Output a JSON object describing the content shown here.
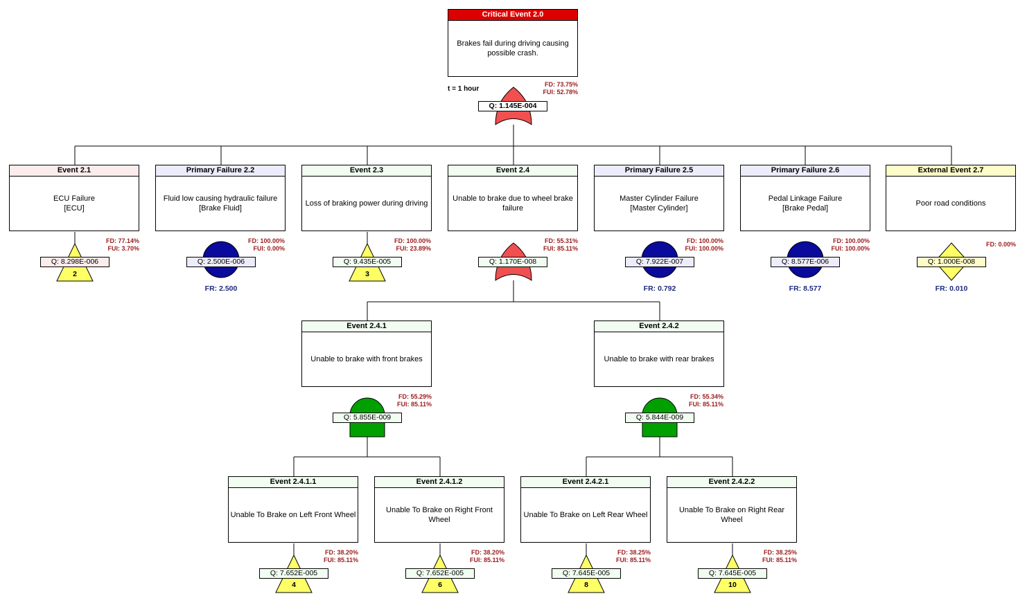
{
  "colors": {
    "critical": "#dd0000",
    "or_gate": "#f05050",
    "and_gate": "#00a000",
    "basic_event": "#0a0a9c",
    "transfer": "#ffff66",
    "fd_text": "#9b1c1c",
    "fr_text": "#1c2a7c"
  },
  "top": {
    "t_label": "t = 1 hour"
  },
  "nodes": {
    "n20": {
      "header": "Critical Event 2.0",
      "lines": [
        "Brakes fail during driving causing",
        "possible crash."
      ],
      "q": "Q: 1.145E-004",
      "fd": "FD: 73.75%",
      "fui": "FUI: 52.78%",
      "gate": "or-gate"
    },
    "n21": {
      "header": "Event 2.1",
      "lines": [
        "ECU Failure",
        "[ECU]"
      ],
      "q": "Q: 8.298E-006",
      "fd": "FD: 77.14%",
      "fui": "FUI: 3.70%",
      "gate": "transfer",
      "transfer_num": "2"
    },
    "n22": {
      "header": "Primary Failure 2.2",
      "lines": [
        "Fluid low causing hydraulic failure",
        "[Brake Fluid]"
      ],
      "q": "Q: 2.500E-006",
      "fd": "FD: 100.00%",
      "fui": "FUI: 0.00%",
      "gate": "basic",
      "fr": "FR: 2.500"
    },
    "n23": {
      "header": "Event 2.3",
      "lines": [
        "Loss of braking power during driving"
      ],
      "q": "Q: 9.435E-005",
      "fd": "FD: 100.00%",
      "fui": "FUI: 23.89%",
      "gate": "transfer",
      "transfer_num": "3"
    },
    "n24": {
      "header": "Event 2.4",
      "lines": [
        "Unable to brake due to wheel brake",
        "failure"
      ],
      "q": "Q: 1.170E-008",
      "fd": "FD: 55.31%",
      "fui": "FUI: 85.11%",
      "gate": "or-gate"
    },
    "n25": {
      "header": "Primary Failure 2.5",
      "lines": [
        "Master Cylinder Failure",
        "[Master Cylinder]"
      ],
      "q": "Q: 7.922E-007",
      "fd": "FD: 100.00%",
      "fui": "FUI: 100.00%",
      "gate": "basic",
      "fr": "FR: 0.792"
    },
    "n26": {
      "header": "Primary Failure 2.6",
      "lines": [
        "Pedal Linkage Failure",
        "[Brake Pedal]"
      ],
      "q": "Q: 8.577E-006",
      "fd": "FD: 100.00%",
      "fui": "FUI: 100.00%",
      "gate": "basic",
      "fr": "FR: 8.577"
    },
    "n27": {
      "header": "External Event 2.7",
      "lines": [
        "Poor road conditions"
      ],
      "q": "Q: 1.000E-008",
      "fd": "FD: 0.00%",
      "gate": "diamond",
      "fr": "FR: 0.010"
    },
    "n241": {
      "header": "Event 2.4.1",
      "lines": [
        "Unable to brake with front brakes"
      ],
      "q": "Q: 5.855E-009",
      "fd": "FD: 55.29%",
      "fui": "FUI: 85.11%",
      "gate": "and-gate"
    },
    "n242": {
      "header": "Event 2.4.2",
      "lines": [
        "Unable to brake with rear brakes"
      ],
      "q": "Q: 5.844E-009",
      "fd": "FD: 55.34%",
      "fui": "FUI: 85.11%",
      "gate": "and-gate"
    },
    "n2411": {
      "header": "Event 2.4.1.1",
      "lines": [
        "Unable To Brake on Left Front Wheel"
      ],
      "q": "Q: 7.652E-005",
      "fd": "FD: 38.20%",
      "fui": "FUI: 85.11%",
      "gate": "transfer",
      "transfer_num": "4"
    },
    "n2412": {
      "header": "Event 2.4.1.2",
      "lines": [
        "Unable To Brake on Right Front Wheel"
      ],
      "q": "Q: 7.652E-005",
      "fd": "FD: 38.20%",
      "fui": "FUI: 85.11%",
      "gate": "transfer",
      "transfer_num": "6"
    },
    "n2421": {
      "header": "Event 2.4.2.1",
      "lines": [
        "Unable To Brake on Left Rear Wheel"
      ],
      "q": "Q: 7.645E-005",
      "fd": "FD: 38.25%",
      "fui": "FUI: 85.11%",
      "gate": "transfer",
      "transfer_num": "8"
    },
    "n2422": {
      "header": "Event 2.4.2.2",
      "lines": [
        "Unable To Brake on Right Rear Wheel"
      ],
      "q": "Q: 7.645E-005",
      "fd": "FD: 38.25%",
      "fui": "FUI: 85.11%",
      "gate": "transfer",
      "transfer_num": "10"
    }
  }
}
